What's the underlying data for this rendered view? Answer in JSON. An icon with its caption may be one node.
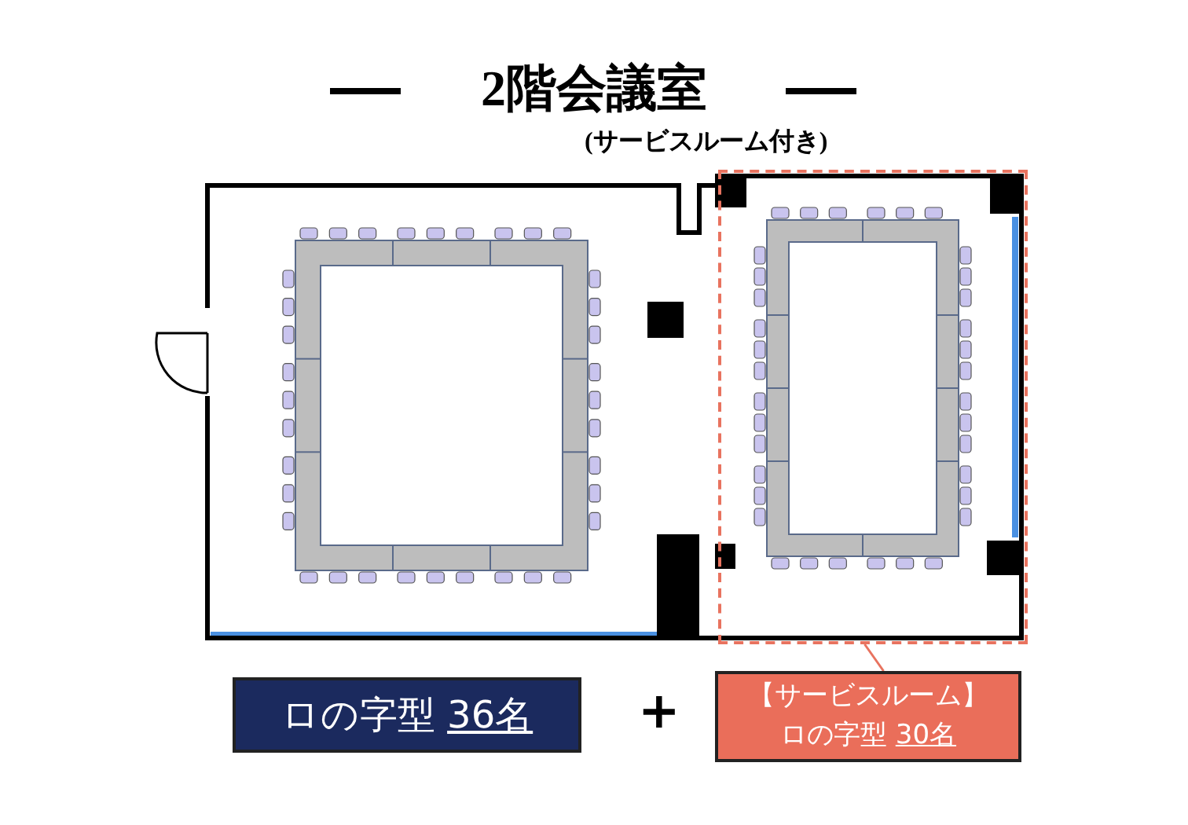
{
  "diagram": {
    "title": "2階会議室",
    "nodes": [
      {
        "text": [
          "ロの字型 36名"
        ]
      },
      {
        "text": [],
        "shape": "box"
      },
      {
        "text": [
          "【サービスルーム】",
          "ロの字型 30名"
        ]
      }
    ],
    "edges": [
      {
        "from": 2,
        "to": 1,
        "arrow": "none"
      }
    ],
    "labels": [
      "(サービスルーム付き)",
      "+"
    ]
  }
}
